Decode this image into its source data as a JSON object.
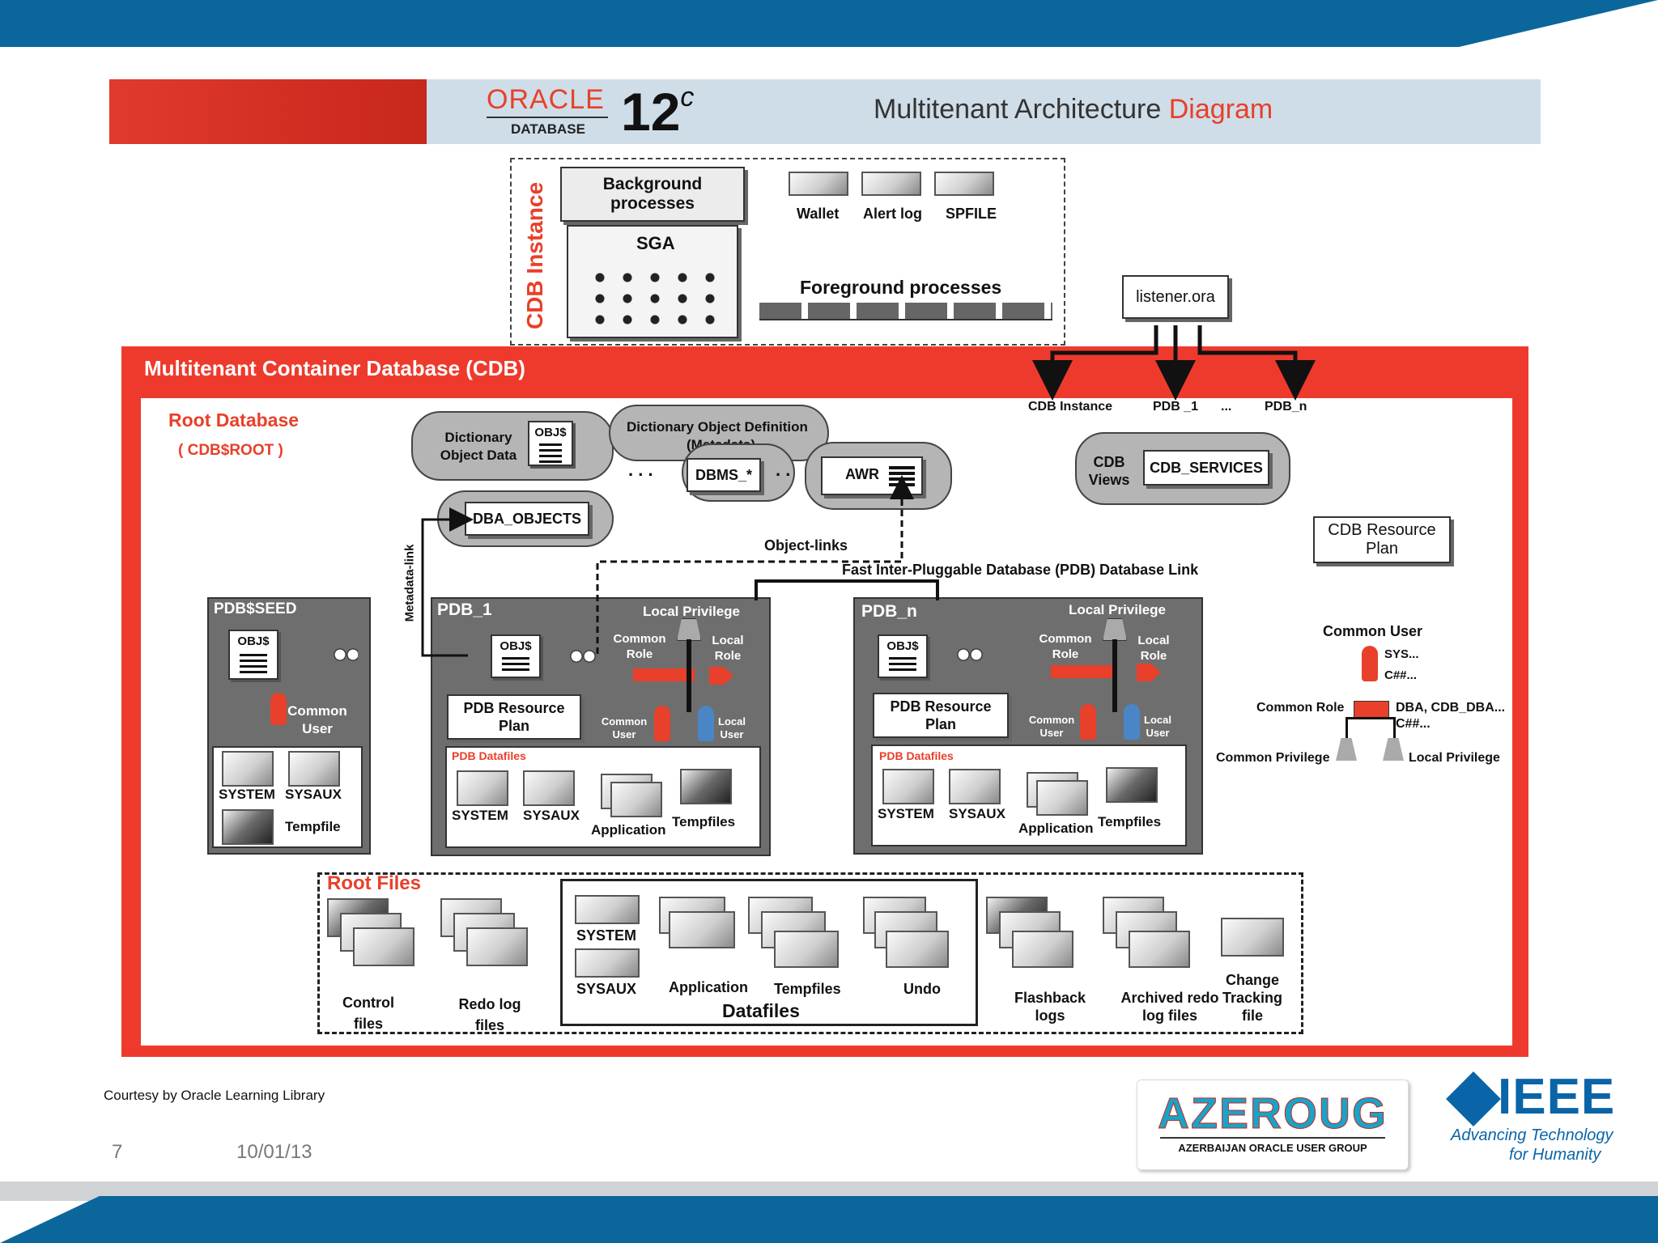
{
  "slide": {
    "footer_credit": "Courtesy by Oracle Learning Library",
    "page_number": "7",
    "date": "10/01/13",
    "colors": {
      "top_band": "#0b669c",
      "accent_red": "#e8402a",
      "cdb_red": "#ee3a2c"
    }
  },
  "header": {
    "brand": "ORACLE",
    "brand_sub": "DATABASE",
    "version": "12",
    "version_sup": "c",
    "title_main": "Multitenant Architecture",
    "title_accent": "Diagram"
  },
  "cdb_instance": {
    "label": "CDB Instance",
    "background_processes": "Background processes",
    "sga": "SGA",
    "wallet": "Wallet",
    "alert_log": "Alert log",
    "spfile": "SPFILE",
    "foreground_processes": "Foreground processes"
  },
  "listener": {
    "label": "listener.ora",
    "targets": [
      "CDB Instance",
      "PDB _1",
      "...",
      "PDB_n"
    ]
  },
  "cdb": {
    "title": "Multitenant Container Database (CDB)",
    "root_title": "Root Database",
    "root_sub": "( CDB$ROOT )",
    "dictionary_object_data": "Dictionary Object Data",
    "obj": "OBJ$",
    "dictionary_object_definition": "Dictionary Object Definition",
    "metadata": "(Metadata)",
    "dbms": "DBMS_*",
    "awr": "AWR",
    "dba_objects": "DBA_OBJECTS",
    "cdb_views": "CDB Views",
    "cdb_services": "CDB_SERVICES",
    "cdb_resource_plan": "CDB Resource Plan",
    "metadata_link": "Metadata-link",
    "object_links": "Object-links",
    "fast_link": "Fast Inter-Pluggable Database (PDB) Database Link",
    "dots": ". . .",
    "dots2": ". ."
  },
  "seed": {
    "title": "PDB$SEED",
    "common_user": "Common User",
    "system": "SYSTEM",
    "sysaux": "SYSAUX",
    "tempfile": "Tempfile"
  },
  "pdbs": [
    {
      "title": "PDB_1",
      "local_privilege": "Local Privilege",
      "common_role": "Common Role",
      "local_role": "Local Role",
      "common_user": "Common User",
      "local_user": "Local User",
      "resource_plan": "PDB Resource Plan",
      "datafiles": "PDB Datafiles",
      "system": "SYSTEM",
      "sysaux": "SYSAUX",
      "application": "Application",
      "tempfiles": "Tempfiles"
    },
    {
      "title": "PDB_n",
      "local_privilege": "Local Privilege",
      "common_role": "Common Role",
      "local_role": "Local Role",
      "common_user": "Common User",
      "local_user": "Local User",
      "resource_plan": "PDB Resource Plan",
      "datafiles": "PDB Datafiles",
      "system": "SYSTEM",
      "sysaux": "SYSAUX",
      "application": "Application",
      "tempfiles": "Tempfiles"
    }
  ],
  "legend": {
    "common_user": "Common User",
    "sys": "SYS...",
    "c_users": "C##...",
    "common_role": "Common Role",
    "dba_roles": "DBA, CDB_DBA...",
    "c_roles": "C##...",
    "common_privilege": "Common Privilege",
    "local_privilege": "Local Privilege"
  },
  "root_files": {
    "title": "Root Files",
    "control_files": "Control files",
    "redo_log_files": "Redo log files",
    "system": "SYSTEM",
    "sysaux": "SYSAUX",
    "application": "Application",
    "tempfiles": "Tempfiles",
    "undo": "Undo",
    "datafiles": "Datafiles",
    "flashback_logs": "Flashback logs",
    "archived_redo": "Archived redo log files",
    "change_tracking": "Change Tracking file"
  },
  "logos": {
    "azeroug": "AZEROUG",
    "azeroug_sub": "AZERBAIJAN ORACLE USER GROUP",
    "ieee": "IEEE",
    "ieee_tagline_1": "Advancing Technology",
    "ieee_tagline_2": "for Humanity"
  }
}
